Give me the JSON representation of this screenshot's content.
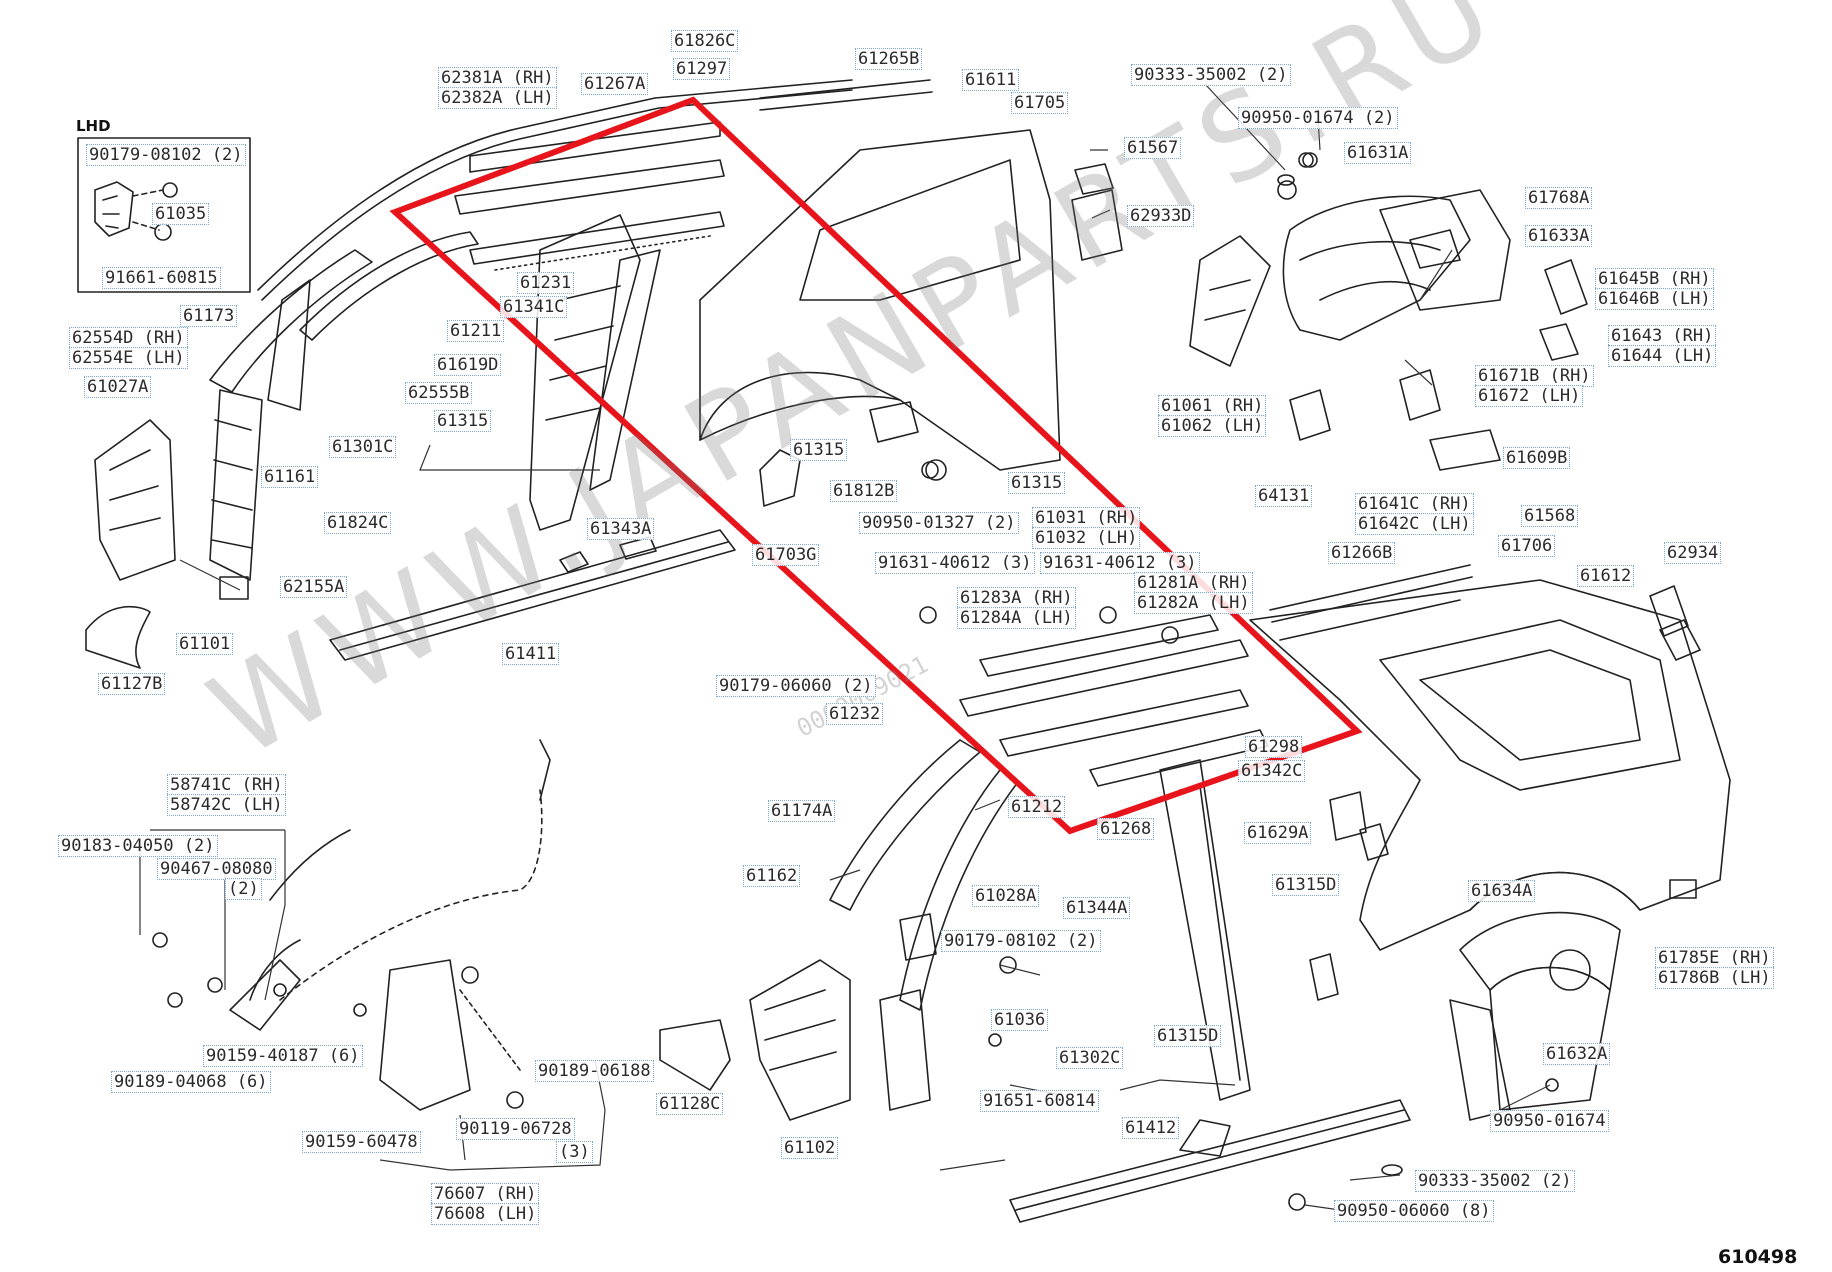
{
  "figure_number": "610498",
  "lhd_box_title": "LHD",
  "watermark": "WWW.JAPANPARTS.RU",
  "watermark_secondary": "0000069021",
  "highlight_color": "#e8141c",
  "line_color": "#222222",
  "label_border_color": "#7aa9d6",
  "part_labels": [
    {
      "id": "p61826c",
      "text": "61826C"
    },
    {
      "id": "p61297",
      "text": "61297"
    },
    {
      "id": "p61265b",
      "text": "61265B"
    },
    {
      "id": "p62381a",
      "text": "62381A (RH)"
    },
    {
      "id": "p62382a",
      "text": "62382A (LH)"
    },
    {
      "id": "p61267a",
      "text": "61267A"
    },
    {
      "id": "p61611",
      "text": "61611"
    },
    {
      "id": "p61705",
      "text": "61705"
    },
    {
      "id": "p61567",
      "text": "61567"
    },
    {
      "id": "p90333a",
      "text": "90333-35002 (2)"
    },
    {
      "id": "p90950a",
      "text": "90950-01674 (2)"
    },
    {
      "id": "p61631a",
      "text": "61631A"
    },
    {
      "id": "p61768a",
      "text": "61768A"
    },
    {
      "id": "p61633a",
      "text": "61633A"
    },
    {
      "id": "p62933d",
      "text": "62933D"
    },
    {
      "id": "p61645b",
      "text": "61645B (RH)"
    },
    {
      "id": "p61646b",
      "text": "61646B (LH)"
    },
    {
      "id": "p61643",
      "text": "61643 (RH)"
    },
    {
      "id": "p61644",
      "text": "61644 (LH)"
    },
    {
      "id": "p61671b",
      "text": "61671B (RH)"
    },
    {
      "id": "p61672",
      "text": "61672   (LH)"
    },
    {
      "id": "p61061",
      "text": "61061 (RH)"
    },
    {
      "id": "p61062",
      "text": "61062 (LH)"
    },
    {
      "id": "p61609b",
      "text": "61609B"
    },
    {
      "id": "p64131",
      "text": "64131"
    },
    {
      "id": "p61641c",
      "text": "61641C (RH)"
    },
    {
      "id": "p61642c",
      "text": "61642C (LH)"
    },
    {
      "id": "p61568",
      "text": "61568"
    },
    {
      "id": "p61706",
      "text": "61706"
    },
    {
      "id": "p62934",
      "text": "62934"
    },
    {
      "id": "p61612",
      "text": "61612"
    },
    {
      "id": "p61266b",
      "text": "61266B"
    },
    {
      "id": "p90179a",
      "text": "90179-08102 (2)"
    },
    {
      "id": "p61035",
      "text": "61035"
    },
    {
      "id": "p91661",
      "text": "91661-60815"
    },
    {
      "id": "p61231",
      "text": "61231"
    },
    {
      "id": "p61341c",
      "text": "61341C"
    },
    {
      "id": "p61173",
      "text": "61173"
    },
    {
      "id": "p61211",
      "text": "61211"
    },
    {
      "id": "p62554d",
      "text": "62554D (RH)"
    },
    {
      "id": "p62554e",
      "text": "62554E (LH)"
    },
    {
      "id": "p61027a",
      "text": "61027A"
    },
    {
      "id": "p61619d",
      "text": "61619D"
    },
    {
      "id": "p62555b",
      "text": "62555B"
    },
    {
      "id": "p61315a",
      "text": "61315"
    },
    {
      "id": "p61301c",
      "text": "61301C"
    },
    {
      "id": "p61161",
      "text": "61161"
    },
    {
      "id": "p61315b",
      "text": "61315"
    },
    {
      "id": "p61812b",
      "text": "61812B"
    },
    {
      "id": "p90950b",
      "text": "90950-01327 (2)"
    },
    {
      "id": "p61315c",
      "text": "61315"
    },
    {
      "id": "p61031",
      "text": "61031 (RH)"
    },
    {
      "id": "p61032",
      "text": "61032 (LH)"
    },
    {
      "id": "p61824c",
      "text": "61824C"
    },
    {
      "id": "p61343a",
      "text": "61343A"
    },
    {
      "id": "p61703g",
      "text": "61703G"
    },
    {
      "id": "p62155a",
      "text": "62155A"
    },
    {
      "id": "p61101",
      "text": "61101"
    },
    {
      "id": "p61411",
      "text": "61411"
    },
    {
      "id": "p61127b",
      "text": "61127B"
    },
    {
      "id": "p91631a",
      "text": "91631-40612 (3)"
    },
    {
      "id": "p91631b",
      "text": "91631-40612 (3)"
    },
    {
      "id": "p61283a",
      "text": "61283A (RH)"
    },
    {
      "id": "p61284a",
      "text": "61284A (LH)"
    },
    {
      "id": "p61281a",
      "text": "61281A (RH)"
    },
    {
      "id": "p61282a",
      "text": "61282A (LH)"
    },
    {
      "id": "p90179b",
      "text": "90179-06060 (2)"
    },
    {
      "id": "p61232",
      "text": "61232"
    },
    {
      "id": "p61298",
      "text": "61298"
    },
    {
      "id": "p61342c",
      "text": "61342C"
    },
    {
      "id": "p58741c",
      "text": "58741C (RH)"
    },
    {
      "id": "p58742c",
      "text": "58742C (LH)"
    },
    {
      "id": "p61174a",
      "text": "61174A"
    },
    {
      "id": "p61212",
      "text": "61212"
    },
    {
      "id": "p61268",
      "text": "61268"
    },
    {
      "id": "p61629a",
      "text": "61629A"
    },
    {
      "id": "p90183",
      "text": "90183-04050 (2)"
    },
    {
      "id": "p90467",
      "text": "90467-08080"
    },
    {
      "id": "p90467q",
      "text": "(2)"
    },
    {
      "id": "p61162",
      "text": "61162"
    },
    {
      "id": "p61028a",
      "text": "61028A"
    },
    {
      "id": "p61344a",
      "text": "61344A"
    },
    {
      "id": "p61315d",
      "text": "61315D"
    },
    {
      "id": "p61634a",
      "text": "61634A"
    },
    {
      "id": "p90179c",
      "text": "90179-08102 (2)"
    },
    {
      "id": "p61036",
      "text": "61036"
    },
    {
      "id": "p61785e",
      "text": "61785E (RH)"
    },
    {
      "id": "p61786b",
      "text": "61786B (LH)"
    },
    {
      "id": "p90159a",
      "text": "90159-40187 (6)"
    },
    {
      "id": "p90189a",
      "text": "90189-06188"
    },
    {
      "id": "p90189b",
      "text": "90189-04068 (6)"
    },
    {
      "id": "p61128c",
      "text": "61128C"
    },
    {
      "id": "p61315e",
      "text": "61315D"
    },
    {
      "id": "p61302c",
      "text": "61302C"
    },
    {
      "id": "p61632a",
      "text": "61632A"
    },
    {
      "id": "p91651",
      "text": "91651-60814"
    },
    {
      "id": "p90119",
      "text": "90119-06728"
    },
    {
      "id": "p90119q",
      "text": "(3)"
    },
    {
      "id": "p90159b",
      "text": "90159-60478"
    },
    {
      "id": "p61102",
      "text": "61102"
    },
    {
      "id": "p61412",
      "text": "61412"
    },
    {
      "id": "p90950c",
      "text": "90950-01674"
    },
    {
      "id": "p90333b",
      "text": "90333-35002 (2)"
    },
    {
      "id": "p90950d",
      "text": "90950-06060 (8)"
    },
    {
      "id": "p76607",
      "text": "76607 (RH)"
    },
    {
      "id": "p76608",
      "text": "76608 (LH)"
    }
  ]
}
